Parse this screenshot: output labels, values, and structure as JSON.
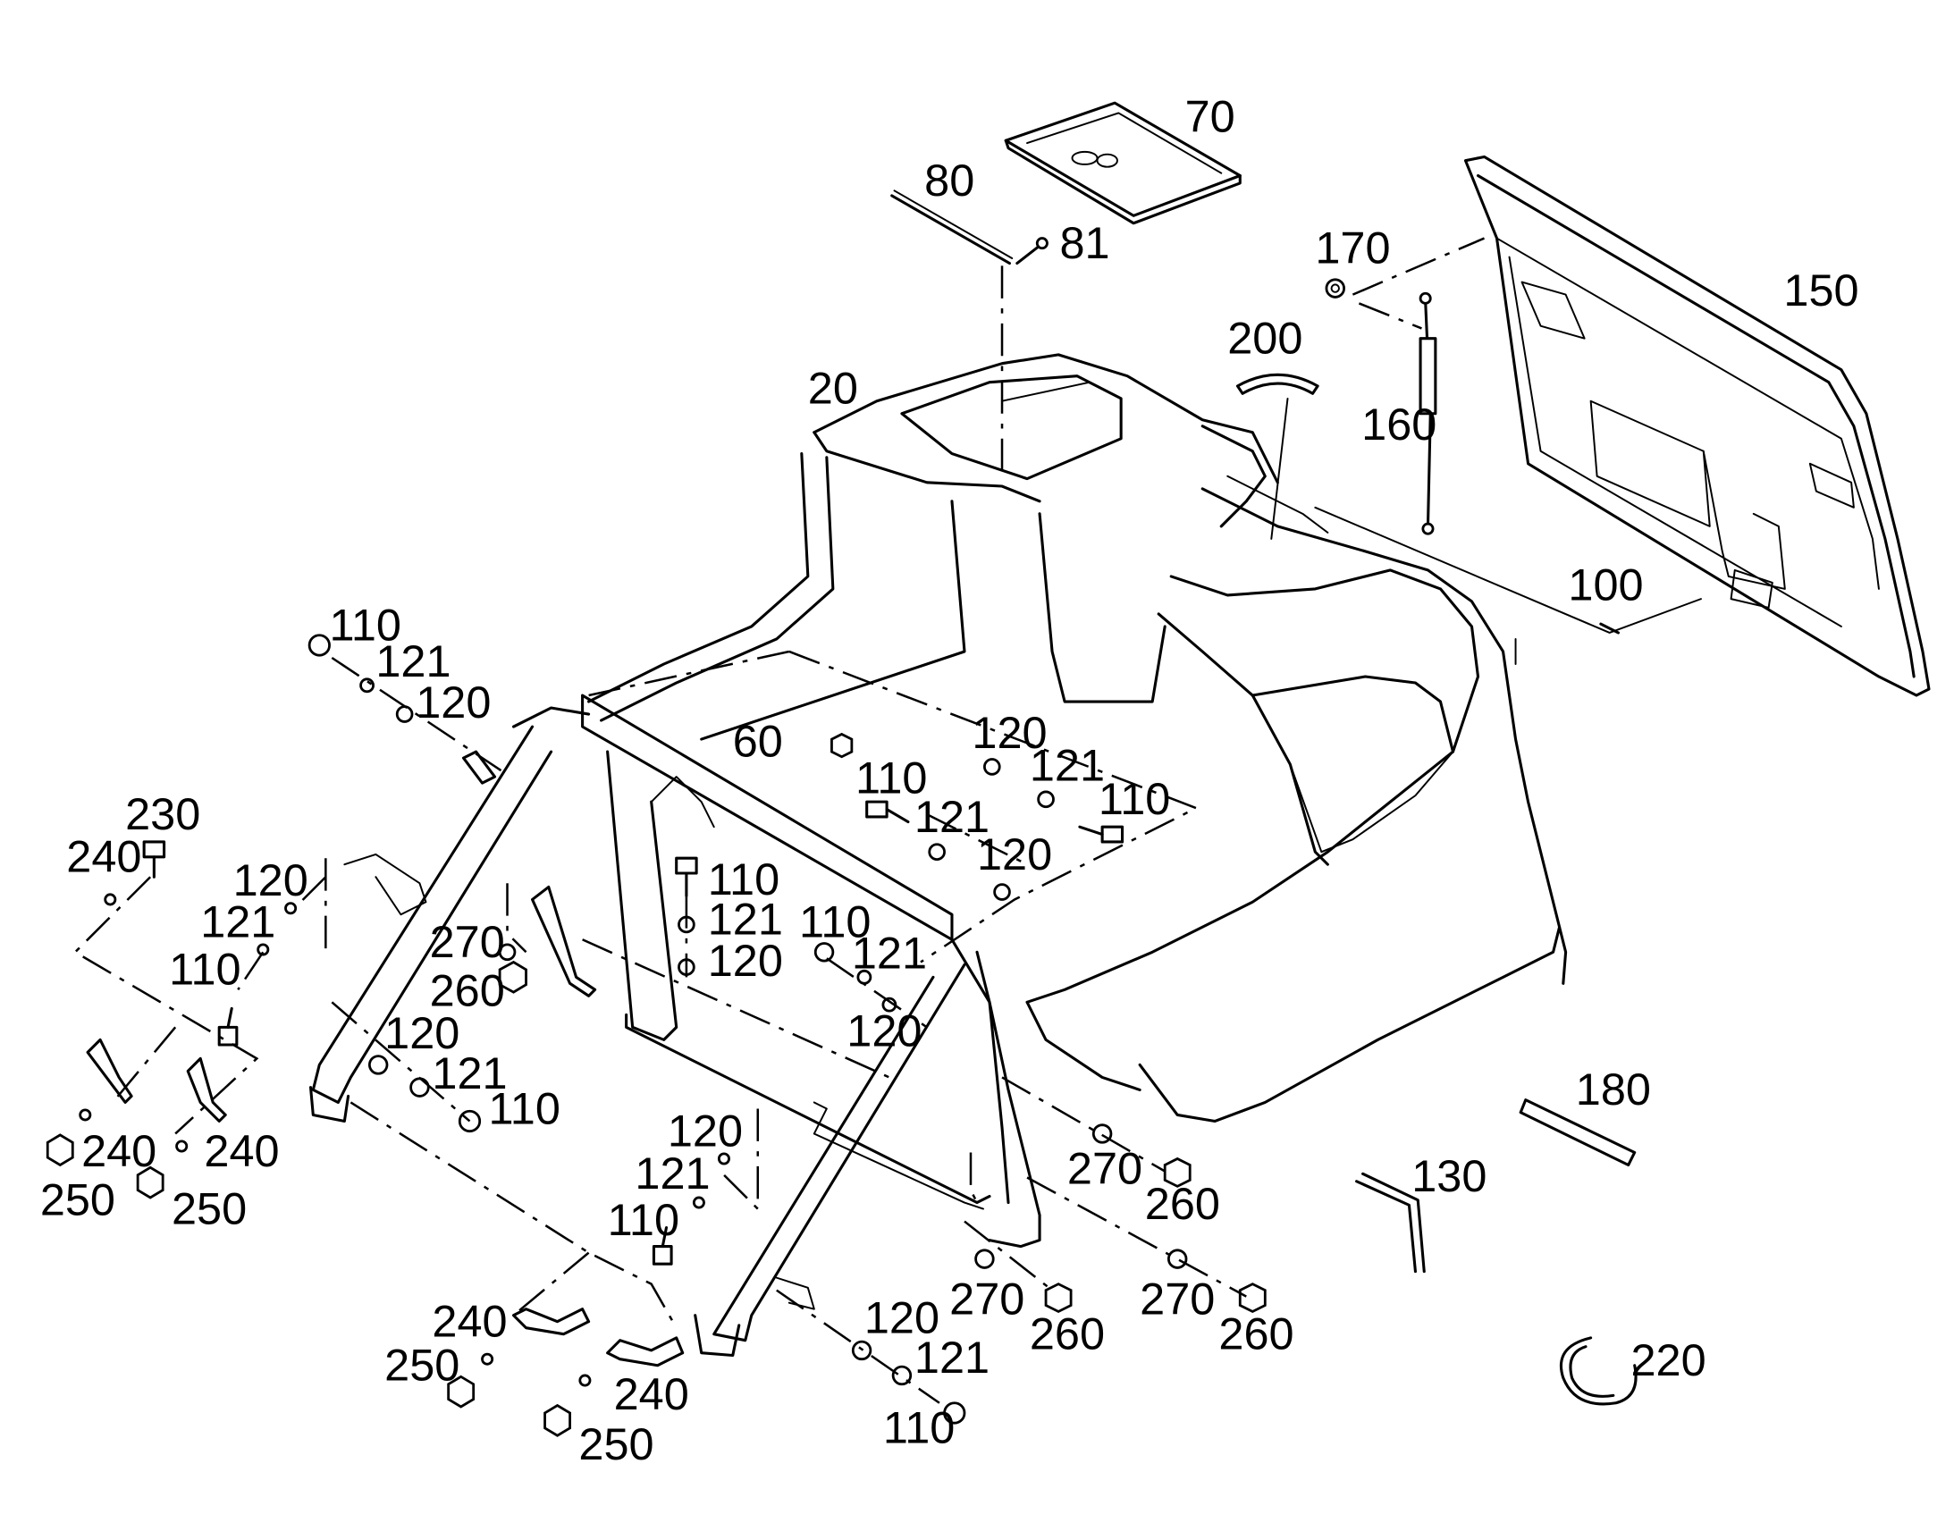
{
  "callouts": [
    {
      "id": "c70",
      "text": "70"
    },
    {
      "id": "c80",
      "text": "80"
    },
    {
      "id": "c81",
      "text": "81"
    },
    {
      "id": "c170",
      "text": "170"
    },
    {
      "id": "c150",
      "text": "150"
    },
    {
      "id": "c200",
      "text": "200"
    },
    {
      "id": "c20",
      "text": "20"
    },
    {
      "id": "c160",
      "text": "160"
    },
    {
      "id": "c100",
      "text": "100"
    },
    {
      "id": "c110a",
      "text": "110"
    },
    {
      "id": "c121a",
      "text": "121"
    },
    {
      "id": "c120a",
      "text": "120"
    },
    {
      "id": "c60",
      "text": "60"
    },
    {
      "id": "c120b",
      "text": "120"
    },
    {
      "id": "c121b",
      "text": "121"
    },
    {
      "id": "c110b",
      "text": "110"
    },
    {
      "id": "c110c",
      "text": "110"
    },
    {
      "id": "c121c",
      "text": "121"
    },
    {
      "id": "c120c",
      "text": "120"
    },
    {
      "id": "c230",
      "text": "230"
    },
    {
      "id": "c240a",
      "text": "240"
    },
    {
      "id": "c120d",
      "text": "120"
    },
    {
      "id": "c121d",
      "text": "121"
    },
    {
      "id": "c110d",
      "text": "110"
    },
    {
      "id": "c110e",
      "text": "110"
    },
    {
      "id": "c121e",
      "text": "121"
    },
    {
      "id": "c120e",
      "text": "120"
    },
    {
      "id": "c270a",
      "text": "270"
    },
    {
      "id": "c260a",
      "text": "260"
    },
    {
      "id": "c110f",
      "text": "110"
    },
    {
      "id": "c121f",
      "text": "121"
    },
    {
      "id": "c120f",
      "text": "120"
    },
    {
      "id": "c120g",
      "text": "120"
    },
    {
      "id": "c121g",
      "text": "121"
    },
    {
      "id": "c110g",
      "text": "110"
    },
    {
      "id": "c240b",
      "text": "240"
    },
    {
      "id": "c240c",
      "text": "240"
    },
    {
      "id": "c250a",
      "text": "250"
    },
    {
      "id": "c250b",
      "text": "250"
    },
    {
      "id": "c180",
      "text": "180"
    },
    {
      "id": "c270b",
      "text": "270"
    },
    {
      "id": "c260b",
      "text": "260"
    },
    {
      "id": "c130",
      "text": "130"
    },
    {
      "id": "c120h",
      "text": "120"
    },
    {
      "id": "c121h",
      "text": "121"
    },
    {
      "id": "c110h",
      "text": "110"
    },
    {
      "id": "c270c",
      "text": "270"
    },
    {
      "id": "c260c",
      "text": "260"
    },
    {
      "id": "c270d",
      "text": "270"
    },
    {
      "id": "c260d",
      "text": "260"
    },
    {
      "id": "c240d",
      "text": "240"
    },
    {
      "id": "c250c",
      "text": "250"
    },
    {
      "id": "c240e",
      "text": "240"
    },
    {
      "id": "c250d",
      "text": "250"
    },
    {
      "id": "c120i",
      "text": "120"
    },
    {
      "id": "c121i",
      "text": "121"
    },
    {
      "id": "c110i",
      "text": "110"
    },
    {
      "id": "c220",
      "text": "220"
    }
  ]
}
